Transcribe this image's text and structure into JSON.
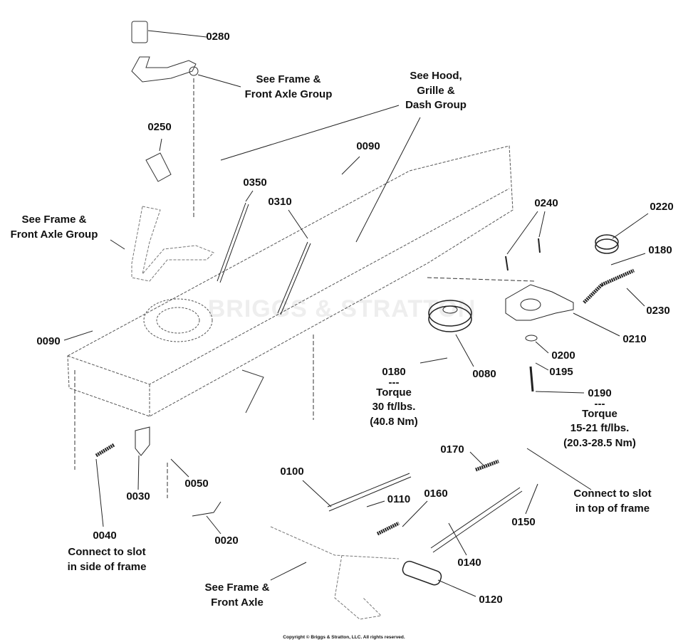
{
  "watermark": "BRIGGS & STRATTON",
  "copyright": "Copyright © Briggs & Stratton, LLC. All rights reserved.",
  "callouts": [
    {
      "id": "0280",
      "lines": [
        "0280"
      ]
    },
    {
      "id": "see-frame-top",
      "lines": [
        "See Frame &",
        "Front Axle Group"
      ]
    },
    {
      "id": "see-hood",
      "lines": [
        "See Hood,",
        "Grille &",
        "Dash  Group"
      ]
    },
    {
      "id": "0250",
      "lines": [
        "0250"
      ]
    },
    {
      "id": "0090a",
      "lines": [
        "0090"
      ]
    },
    {
      "id": "0350",
      "lines": [
        "0350"
      ]
    },
    {
      "id": "0310",
      "lines": [
        "0310"
      ]
    },
    {
      "id": "0240",
      "lines": [
        "0240"
      ]
    },
    {
      "id": "0220",
      "lines": [
        "0220"
      ]
    },
    {
      "id": "see-frame-left",
      "lines": [
        "See Frame &",
        "Front Axle Group"
      ]
    },
    {
      "id": "0180a",
      "lines": [
        "0180"
      ]
    },
    {
      "id": "0230",
      "lines": [
        "0230"
      ]
    },
    {
      "id": "0090b",
      "lines": [
        "0090"
      ]
    },
    {
      "id": "0210",
      "lines": [
        "0210"
      ]
    },
    {
      "id": "0200",
      "lines": [
        "0200"
      ]
    },
    {
      "id": "0195",
      "lines": [
        "0195"
      ]
    },
    {
      "id": "0180b",
      "lines": [
        "0180",
        "---",
        "Torque",
        "30 ft/lbs.",
        "(40.8 Nm)"
      ]
    },
    {
      "id": "0080",
      "lines": [
        "0080"
      ]
    },
    {
      "id": "0190",
      "lines": [
        "0190",
        "---",
        "Torque",
        "15-21 ft/lbs.",
        "(20.3-28.5 Nm)"
      ]
    },
    {
      "id": "0170",
      "lines": [
        "0170"
      ]
    },
    {
      "id": "0100",
      "lines": [
        "0100"
      ]
    },
    {
      "id": "0050",
      "lines": [
        "0050"
      ]
    },
    {
      "id": "0160",
      "lines": [
        "0160"
      ]
    },
    {
      "id": "0110",
      "lines": [
        "0110"
      ]
    },
    {
      "id": "connect-top",
      "lines": [
        "Connect to slot",
        "in top of frame"
      ]
    },
    {
      "id": "0030",
      "lines": [
        "0030"
      ]
    },
    {
      "id": "0150",
      "lines": [
        "0150"
      ]
    },
    {
      "id": "0020",
      "lines": [
        "0020"
      ]
    },
    {
      "id": "0040",
      "lines": [
        "0040"
      ]
    },
    {
      "id": "connect-side",
      "lines": [
        "Connect to slot",
        "in side of frame"
      ]
    },
    {
      "id": "0140",
      "lines": [
        "0140"
      ]
    },
    {
      "id": "see-frame-bottom",
      "lines": [
        "See Frame &",
        "Front Axle"
      ]
    },
    {
      "id": "0120",
      "lines": [
        "0120"
      ]
    }
  ]
}
